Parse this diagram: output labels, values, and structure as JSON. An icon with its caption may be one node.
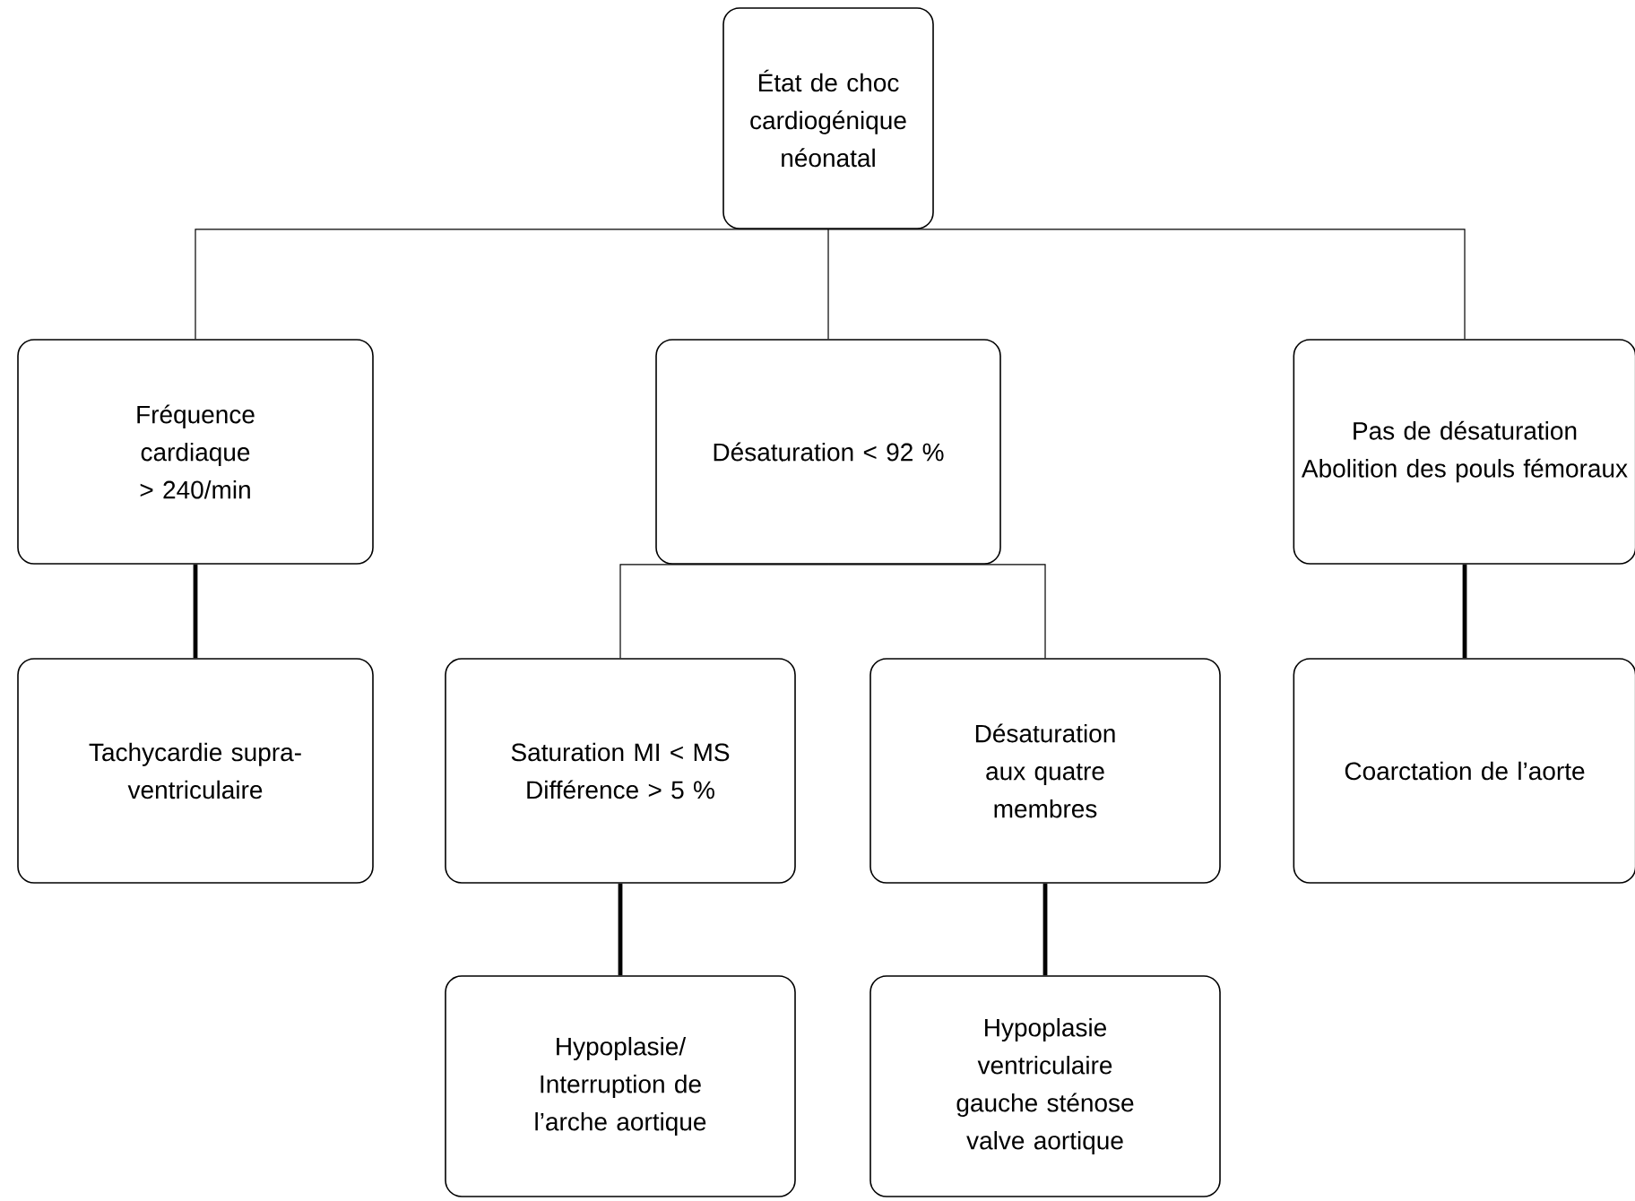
{
  "diagram": {
    "nodes": [
      {
        "text": [
          "État de choc cardiogénique néonatal"
        ]
      },
      {
        "text": [
          "Fréquence cardiaque > 240/min"
        ]
      },
      {
        "text": [
          "Désaturation < 92 %"
        ]
      },
      {
        "text": [
          "Pas de désaturation",
          "Abolition des pouls fémoraux"
        ]
      },
      {
        "text": [
          "Tachycardie supra-ventriculaire"
        ]
      },
      {
        "text": [
          "Saturation MI < MS",
          "Différence > 5 %"
        ]
      },
      {
        "text": [
          "Désaturation aux quatre membres"
        ]
      },
      {
        "text": [
          "Coarctation de l’aorte"
        ]
      },
      {
        "text": [
          "Hypoplasie/ Interruption de l’arche aortique"
        ]
      },
      {
        "text": [
          "Hypoplasie ventriculaire gauche sténose valve aortique"
        ]
      }
    ],
    "edges": [
      {
        "from": 0,
        "to": 1,
        "arrow": "none"
      },
      {
        "from": 0,
        "to": 2,
        "arrow": "none"
      },
      {
        "from": 0,
        "to": 3,
        "arrow": "none"
      },
      {
        "from": 1,
        "to": 4,
        "arrow": "none",
        "style": "thick"
      },
      {
        "from": 2,
        "to": 5,
        "arrow": "none"
      },
      {
        "from": 2,
        "to": 6,
        "arrow": "none"
      },
      {
        "from": 3,
        "to": 7,
        "arrow": "none",
        "style": "thick"
      },
      {
        "from": 5,
        "to": 8,
        "arrow": "none",
        "style": "thick"
      },
      {
        "from": 6,
        "to": 9,
        "arrow": "none",
        "style": "thick"
      }
    ]
  }
}
